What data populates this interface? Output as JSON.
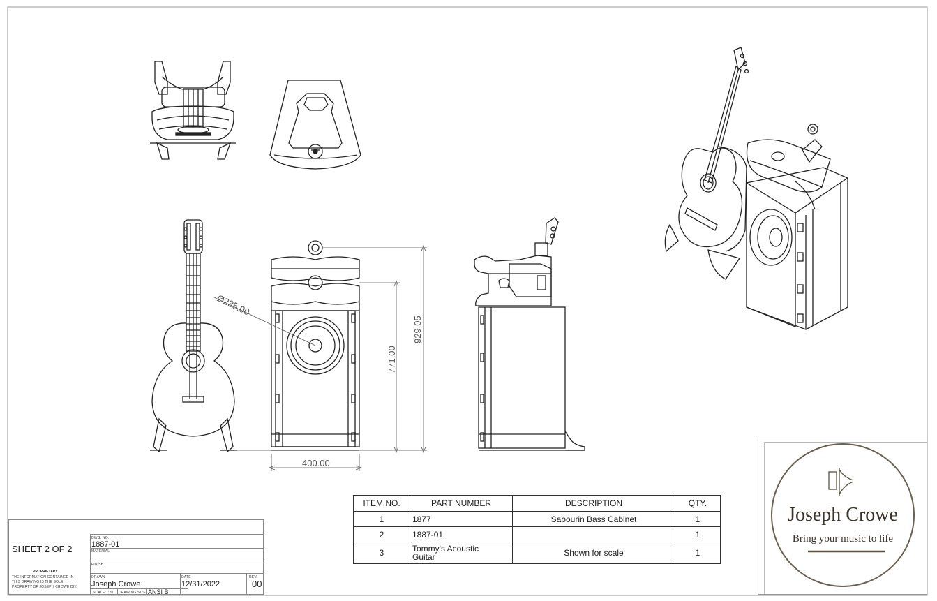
{
  "title_block": {
    "sheet": "SHEET 2 OF 2",
    "dwg_no_label": "DWG. NO.",
    "dwg_no": "1887-01",
    "material_label": "MATERIAL",
    "finish_label": "FINISH",
    "proprietary_label": "PROPRIETARY",
    "proprietary_text_1": "THE INFORMATION CONTAINED IN",
    "proprietary_text_2": "THIS DRAWING IS THE SOLE",
    "proprietary_text_3": "PROPERTY OF JOSEPH CROWE DIY.",
    "drawn_label": "DRAWN",
    "drawn_by": "Joseph Crowe",
    "date_label": "DATE",
    "date": "12/31/2022",
    "rev_label": "REV.",
    "rev": "00",
    "scale": "SCALE:1:20",
    "drawing_size_label": "DRAWING SIZE",
    "drawing_size": "ANSI B"
  },
  "bom": {
    "headers": [
      "ITEM NO.",
      "PART NUMBER",
      "DESCRIPTION",
      "QTY."
    ],
    "rows": [
      {
        "item": "1",
        "part": "1877",
        "desc": "Sabourin Bass Cabinet",
        "qty": "1"
      },
      {
        "item": "2",
        "part": "1887-01",
        "desc": "",
        "qty": "1"
      },
      {
        "item": "3",
        "part_line1": "Tommy's Acoustic",
        "part_line2": "Guitar",
        "desc": "Shown for scale",
        "qty": "1"
      }
    ]
  },
  "dimensions": {
    "diameter": "Ø235.00",
    "height_cabinet": "771.00",
    "height_total": "929.05",
    "width": "400.00"
  },
  "logo": {
    "name": "Joseph Crowe",
    "tagline": "Bring your music to life"
  }
}
